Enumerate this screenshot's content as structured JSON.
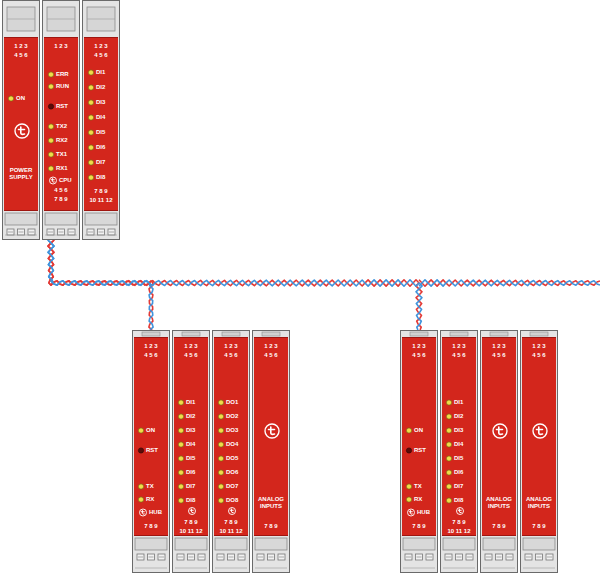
{
  "diagram": {
    "nodes": [
      {
        "text": [
          "1 2 3",
          "4 5 6",
          "ON",
          "POWER SUPPLY"
        ]
      },
      {
        "text": [
          "1 2 3",
          "ERR",
          "RUN",
          "RST",
          "TX2",
          "RX2",
          "TX1",
          "RX1",
          "CPU",
          "4 5 6",
          "7 8 9"
        ]
      },
      {
        "text": [
          "1 2 3",
          "4 5 6",
          "DI1",
          "DI2",
          "DI3",
          "DI4",
          "DI5",
          "DI6",
          "DI7",
          "DI8",
          "7 8 9",
          "10 11 12"
        ]
      },
      {
        "text": [
          "1 2 3",
          "4 5 6",
          "ON",
          "RST",
          "TX",
          "RX",
          "HUB",
          "7 8 9"
        ]
      },
      {
        "text": [
          "1 2 3",
          "4 5 6",
          "DI1",
          "DI2",
          "DI3",
          "DI4",
          "DI5",
          "DI6",
          "DI7",
          "DI8",
          "7 8 9",
          "10 11 12"
        ]
      },
      {
        "text": [
          "1 2 3",
          "4 5 6",
          "DO1",
          "DO2",
          "DO3",
          "DO4",
          "DO5",
          "DO6",
          "DO7",
          "DO8",
          "7 8 9",
          "10 11 12"
        ]
      },
      {
        "text": [
          "1 2 3",
          "4 5 6",
          "ANALOG INPUTS",
          "7 8 9"
        ]
      },
      {
        "text": [
          "1 2 3",
          "4 5 6",
          "ON",
          "RST",
          "TX",
          "RX",
          "HUB",
          "7 8 9"
        ]
      },
      {
        "text": [
          "1 2 3",
          "4 5 6",
          "DI1",
          "DI2",
          "DI3",
          "DI4",
          "DI5",
          "DI6",
          "DI7",
          "DI8",
          "7 8 9",
          "10 11 12"
        ]
      },
      {
        "text": [
          "1 2 3",
          "4 5 6",
          "ANALOG INPUTS",
          "7 8 9"
        ]
      },
      {
        "text": [
          "1 2 3",
          "4 5 6",
          "ANALOG INPUTS",
          "7 8 9"
        ]
      }
    ],
    "edges": [
      {
        "from": 1,
        "to": 3,
        "arrow": "none"
      },
      {
        "from": 1,
        "to": 7,
        "arrow": "none"
      }
    ]
  }
}
